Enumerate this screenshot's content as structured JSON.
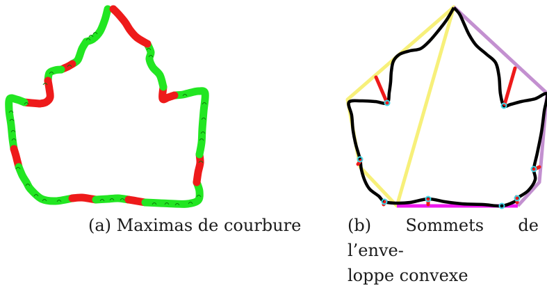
{
  "panel_a": {
    "caption": "(a) Maximas de courbure",
    "colors": {
      "normal": "#22e622",
      "maxima": "#ee1a1a",
      "ticks": "#0a7a0a"
    }
  },
  "panel_b": {
    "caption_line1": "(b) Sommets de l’enve-",
    "caption_line2": "loppe convexe",
    "colors": {
      "contour": "#000000",
      "hull_left": "#f7f07a",
      "hull_right": "#c390d0",
      "hull_bottom": "#ee1aee",
      "deficiency": "#ee1a1a",
      "vertex_marker": "#3fd6e6"
    }
  }
}
